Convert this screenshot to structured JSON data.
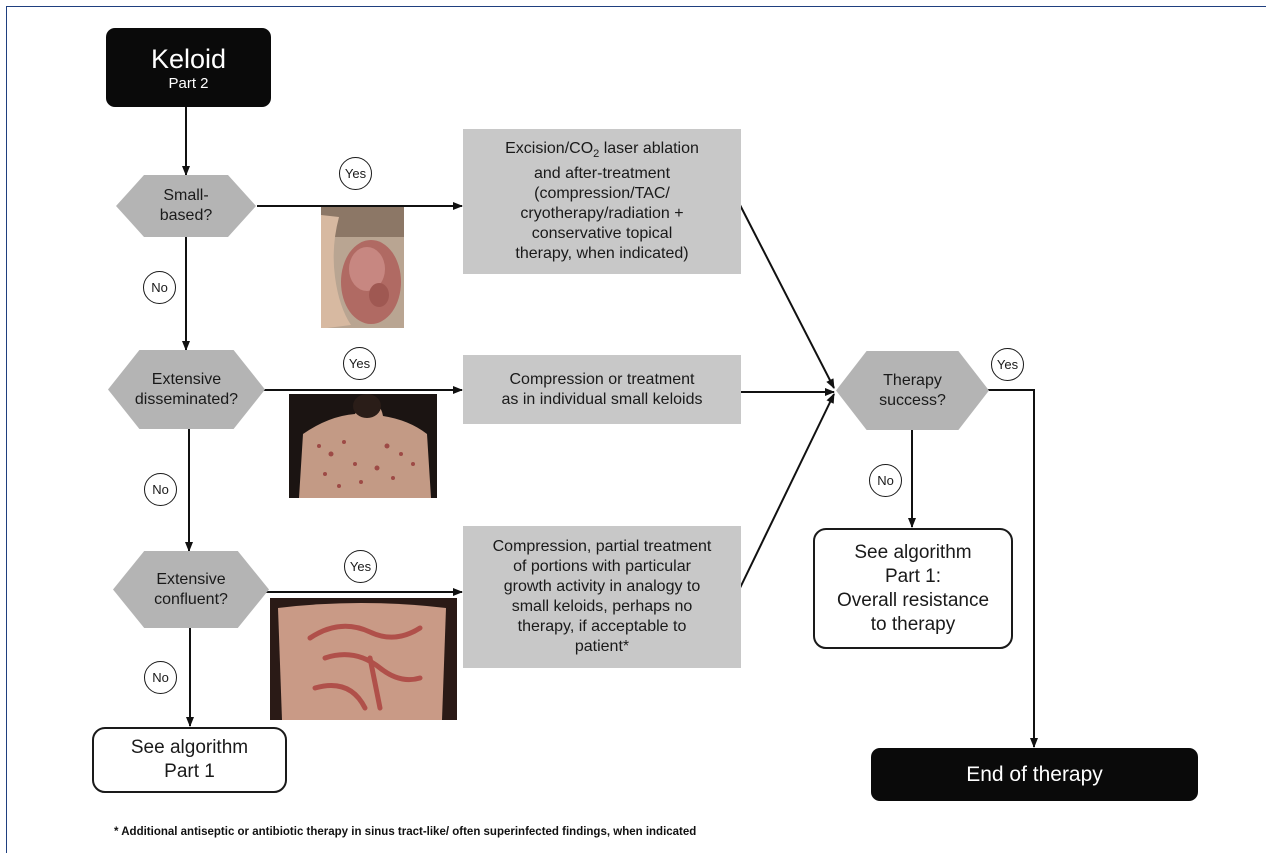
{
  "start": {
    "title": "Keloid",
    "subtitle": "Part 2"
  },
  "decisions": {
    "small_based": "Small-\nbased?",
    "extensive_disseminated": "Extensive\ndisseminated?",
    "extensive_confluent": "Extensive\nconfluent?",
    "therapy_success": "Therapy\nsuccess?"
  },
  "labels": {
    "yes": "Yes",
    "no": "No"
  },
  "treatments": {
    "excision_pre": "Excision/CO",
    "excision_sub": "2",
    "excision_post": " laser ablation\nand after-treatment\n(compression/TAC/\ncryotherapy/radiation +\nconservative topical\ntherapy, when indicated)",
    "compression": "Compression or treatment\nas in individual small keloids",
    "partial": "Compression, partial treatment\nof portions with particular\ngrowth activity in analogy to\nsmall keloids, perhaps no\ntherapy, if acceptable to\npatient*"
  },
  "outcomes": {
    "see_part1_left": "See algorithm\nPart 1",
    "see_part1_right": "See algorithm\nPart 1:\nOverall resistance\nto therapy",
    "end": "End of therapy"
  },
  "images": {
    "ear_keloid": "ear-keloid-photo",
    "back_keloids": "back-keloids-photo",
    "torso_keloids": "torso-keloids-photo"
  },
  "colors": {
    "box_black": "#0a0a0a",
    "decision_gray": "#b4b4b4",
    "treatment_gray": "#c8c8c8"
  },
  "footnote": "* Additional antiseptic or antibiotic therapy in sinus tract-like/ often superinfected findings, when indicated"
}
